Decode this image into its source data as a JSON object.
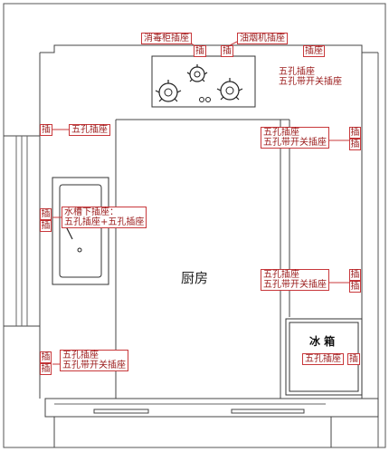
{
  "room_name": "厨房",
  "fridge_label": "冰 箱",
  "top": {
    "sterilizer_socket": "消毒柜插座",
    "hood_socket": "油烟机插座",
    "plug_a": "插",
    "plug_b": "插",
    "plug_c": "插座"
  },
  "right_upper": {
    "line1": "五孔插座",
    "line2": "五孔带开关插座"
  },
  "right_mid": {
    "line1": "五孔插座",
    "line2": "五孔带开关插座",
    "tag_top": "插",
    "tag_bottom": "插"
  },
  "right_low": {
    "line1": "五孔插座",
    "line2": "五孔带开关插座",
    "tag_top": "插",
    "tag_bottom": "插"
  },
  "left_upper": {
    "tag": "插",
    "label": "五孔插座"
  },
  "sink": {
    "line1": "水槽下插座：",
    "line2": "五孔插座+五孔插座",
    "tag_top": "插",
    "tag_bottom": "插"
  },
  "left_low": {
    "line1": "五孔插座",
    "line2": "五孔带开关插座",
    "tag_top": "插",
    "tag_bottom": "插"
  },
  "fridge_socket": {
    "label": "五孔插座",
    "tag": "插"
  },
  "colors": {
    "wall": "#444444",
    "socket": "#c8383b"
  }
}
